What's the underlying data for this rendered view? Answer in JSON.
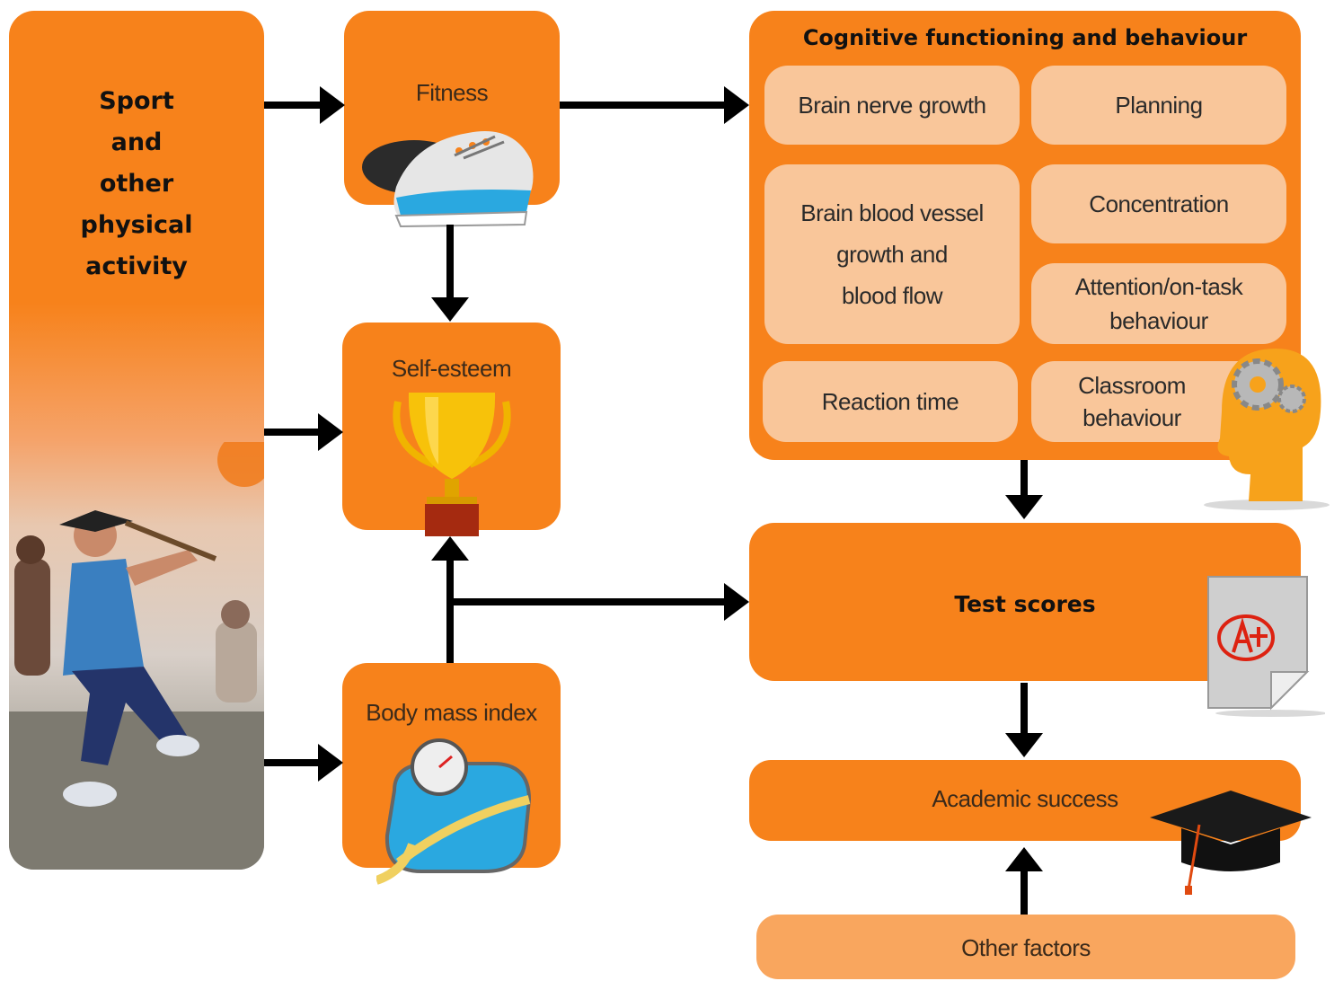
{
  "left_panel": {
    "title_lines": [
      "Sport",
      "and",
      "other",
      "physical",
      "activity"
    ]
  },
  "nodes": {
    "fitness": "Fitness",
    "self_esteem": "Self-esteem",
    "bmi": "Body mass index",
    "test_scores": "Test scores",
    "academic_success": "Academic success",
    "other_factors": "Other factors"
  },
  "cognitive": {
    "title": "Cognitive functioning and behaviour",
    "items": {
      "brain_nerve_growth": "Brain nerve growth",
      "planning": "Planning",
      "blood_vessel_lines": [
        "Brain blood vessel",
        "growth and",
        "blood flow"
      ],
      "concentration": "Concentration",
      "attention_lines": [
        "Attention/on-task",
        "behaviour"
      ],
      "reaction_time": "Reaction time",
      "classroom_lines": [
        "Classroom",
        "behaviour"
      ]
    }
  },
  "icons": [
    "photo-of-children-playing",
    "sneaker-icon",
    "trophy-icon",
    "bathroom-scale-icon",
    "head-with-gears-icon",
    "graded-paper-icon",
    "graduation-cap-icon"
  ],
  "colors": {
    "box": "#f7821b",
    "sub_box": "#f9c69a",
    "arrow": "#000000"
  }
}
